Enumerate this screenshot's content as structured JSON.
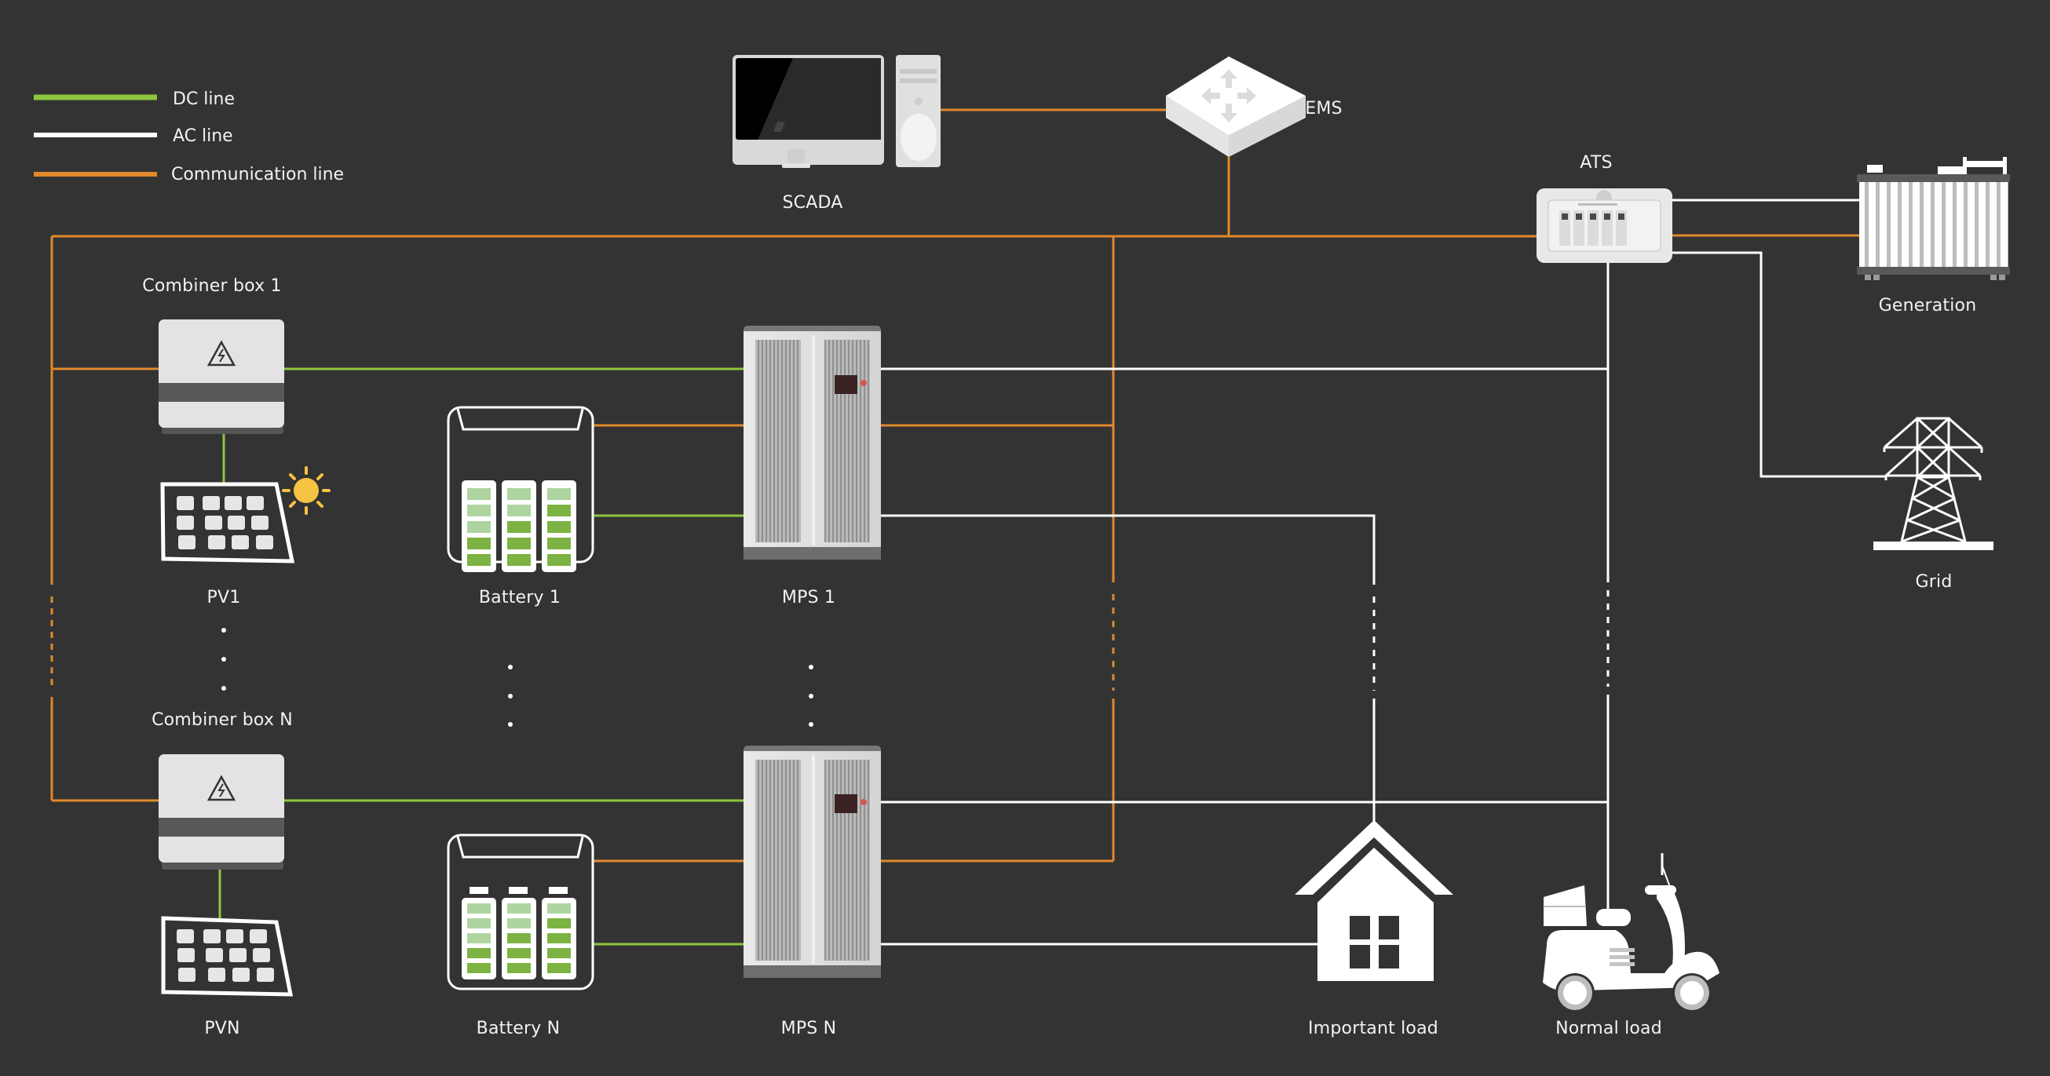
{
  "colors": {
    "background": "#333333",
    "dc_line": "#8dc63f",
    "ac_line": "#ffffff",
    "communication_line": "#e0892c",
    "battery_full": "#7cb342",
    "battery_light": "#aed5a0",
    "sun": "#f5c242"
  },
  "legend": {
    "items": [
      {
        "key": "dc",
        "label": "DC line"
      },
      {
        "key": "ac",
        "label": "AC line"
      },
      {
        "key": "comm",
        "label": "Communication line"
      }
    ]
  },
  "nodes": {
    "scada": {
      "label": "SCADA",
      "icon": "computer-icon"
    },
    "ems": {
      "label": "EMS",
      "icon": "router-icon"
    },
    "ats": {
      "label": "ATS",
      "icon": "switch-panel-icon"
    },
    "generation": {
      "label": "Generation",
      "icon": "generator-icon"
    },
    "grid": {
      "label": "Grid",
      "icon": "transmission-tower-icon"
    },
    "combiner_1": {
      "label": "Combiner box 1",
      "icon": "combiner-box-icon"
    },
    "combiner_n": {
      "label": "Combiner box N",
      "icon": "combiner-box-icon"
    },
    "pv_1": {
      "label": "PV1",
      "icon": "solar-panel-icon"
    },
    "pv_n": {
      "label": "PVN",
      "icon": "solar-panel-icon"
    },
    "battery_1": {
      "label": "Battery 1",
      "icon": "battery-icon"
    },
    "battery_n": {
      "label": "Battery N",
      "icon": "battery-icon"
    },
    "mps_1": {
      "label": "MPS 1",
      "icon": "cabinet-icon"
    },
    "mps_n": {
      "label": "MPS N",
      "icon": "cabinet-icon"
    },
    "important_load": {
      "label": "Important load",
      "icon": "house-icon"
    },
    "normal_load": {
      "label": "Normal load",
      "icon": "scooter-icon"
    }
  },
  "ellipsis": "⋮"
}
